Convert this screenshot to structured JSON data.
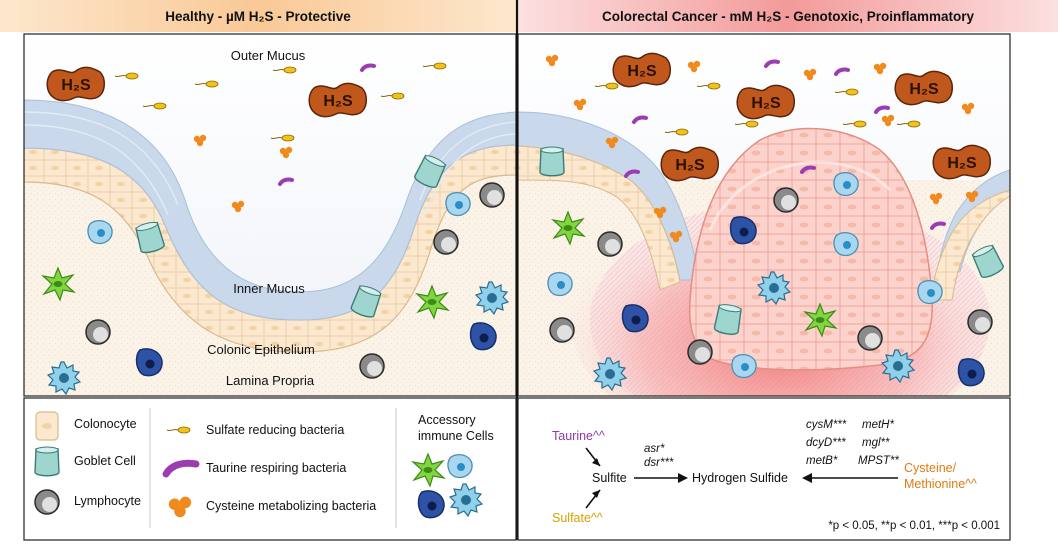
{
  "headers": {
    "left": "Healthy - µM H₂S - Protective",
    "right": "Colorectal Cancer - mM H₂S - Genotoxic, Proinflammatory"
  },
  "region_labels": {
    "outer_mucus": "Outer Mucus",
    "inner_mucus": "Inner Mucus",
    "colonic_epithelium": "Colonic Epithelium",
    "lamina_propria": "Lamina Propria"
  },
  "h2s_label": "H₂S",
  "legend": {
    "colonocyte": "Colonocyte",
    "goblet_cell": "Goblet Cell",
    "lymphocyte": "Lymphocyte",
    "sulfate_reducing": "Sulfate reducing bacteria",
    "taurine_respiring": "Taurine respiring bacteria",
    "cysteine_metabolizing": "Cysteine metabolizing bacteria",
    "accessory_line1": "Accessory",
    "accessory_line2": "immune Cells"
  },
  "pathway": {
    "taurine": "Taurine^^",
    "sulfate": "Sulfate^^",
    "sulfite": "Sulfite",
    "hydrogen_sulfide": "Hydrogen Sulfide",
    "cysteine_line1": "Cysteine/",
    "cysteine_line2": "Methionine^^",
    "asr": "asr*",
    "dsr": "dsr***",
    "cysm": "cysM***",
    "meth": "metH*",
    "dcyd": "dcyD***",
    "mgl": "mgl**",
    "metb": "metB*",
    "mpst": "MPST**",
    "significance": "*p < 0.05, **p < 0.01, ***p < 0.001"
  },
  "colors": {
    "healthy_header": "#fbd8b0",
    "cancer_header": "#f6a3a3",
    "mucus": "#c9d8ea",
    "colonocyte": "#fbe8cf",
    "goblet": "#9ed6cf",
    "h2s_blob": "#c0581e",
    "sulfate_bacteria": "#f2c21a",
    "taurine_bacteria": "#9b3db0",
    "cysteine_bacteria": "#f08a1d",
    "taurine_text": "#8e3aa8",
    "sulfate_text": "#d4a200",
    "cysteine_text": "#e07b10"
  }
}
